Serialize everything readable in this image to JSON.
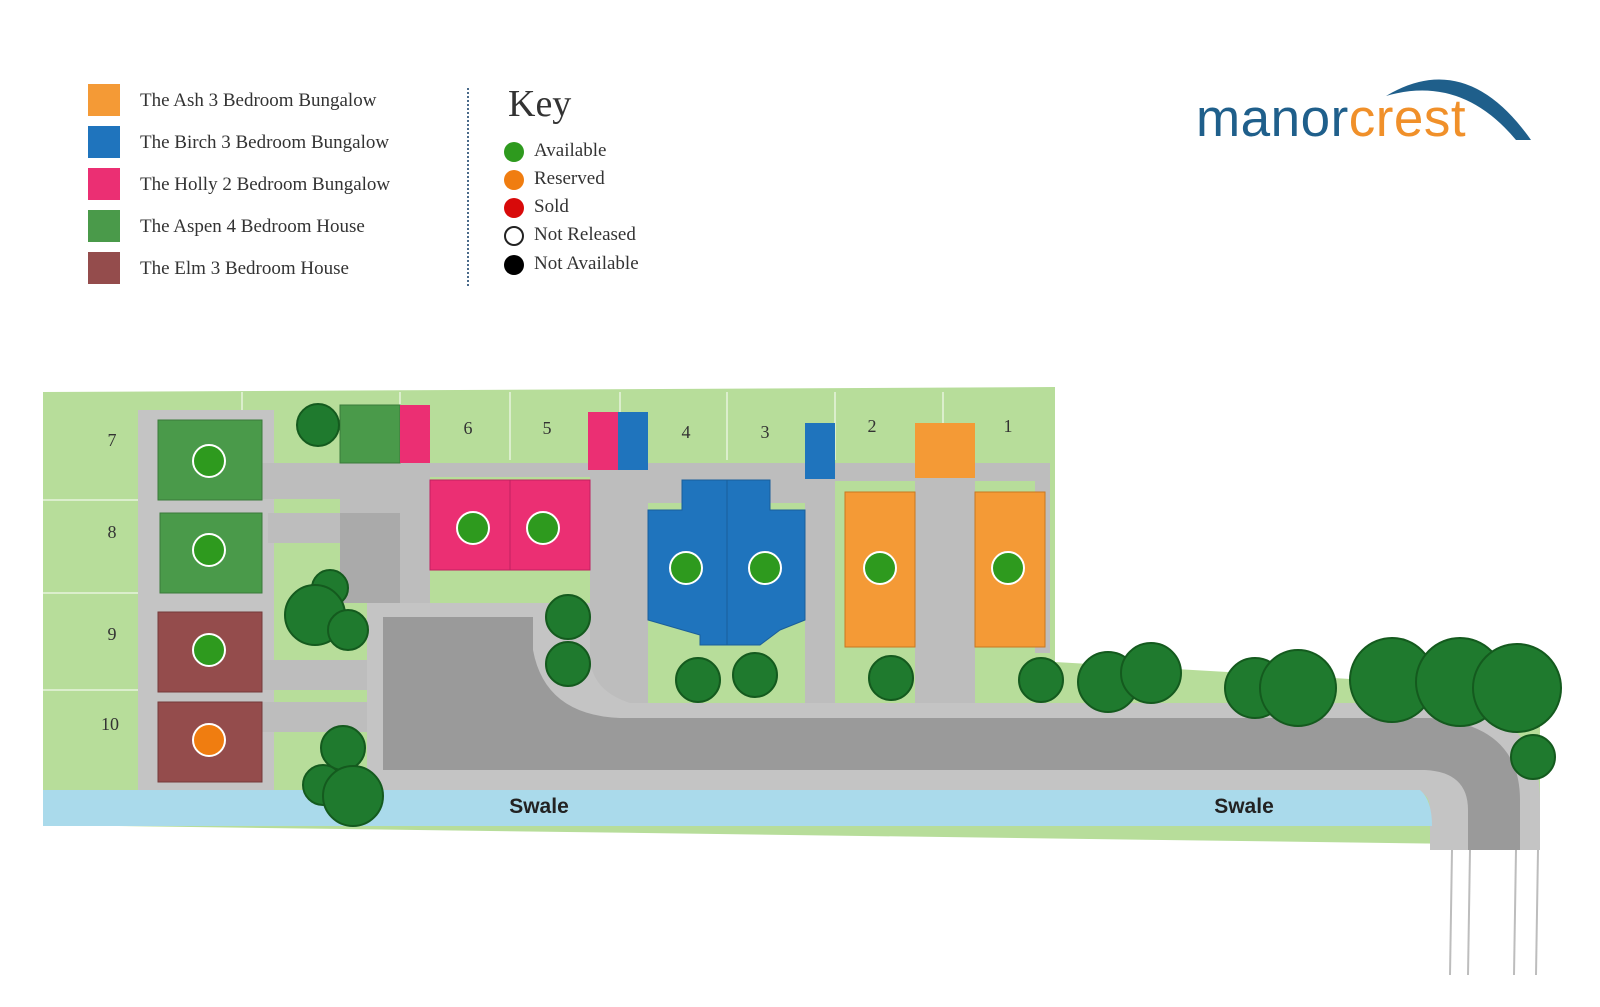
{
  "legend": {
    "items": [
      {
        "label": "The Ash 3 Bedroom Bungalow",
        "color": "#f49a36"
      },
      {
        "label": "The Birch 3 Bedroom Bungalow",
        "color": "#1f74bd"
      },
      {
        "label": "The Holly 2 Bedroom Bungalow",
        "color": "#eb2f73"
      },
      {
        "label": "The Aspen 4 Bedroom House",
        "color": "#4a9a4a"
      },
      {
        "label": "The Elm 3 Bedroom House",
        "color": "#944c4c"
      }
    ]
  },
  "key": {
    "title": "Key",
    "items": [
      {
        "label": "Available",
        "color": "#2e9a1e",
        "icon": "green-dot"
      },
      {
        "label": "Reserved",
        "color": "#f07d10",
        "icon": "orange-dot"
      },
      {
        "label": "Sold",
        "color": "#d80a0a",
        "icon": "red-dot"
      },
      {
        "label": "Not Released",
        "color": "#ffffff",
        "icon": "white-dot"
      },
      {
        "label": "Not Available",
        "color": "#000000",
        "icon": "black-dot"
      }
    ]
  },
  "logo": {
    "part1": "manor",
    "part2": "crest",
    "color1": "#1f5f8b",
    "color2": "#f0902a"
  },
  "map": {
    "swale_labels": [
      "Swale",
      "Swale"
    ],
    "plots": [
      {
        "number": "1",
        "type": "The Ash 3 Bedroom Bungalow",
        "status": "Available"
      },
      {
        "number": "2",
        "type": "The Ash 3 Bedroom Bungalow",
        "status": "Available"
      },
      {
        "number": "3",
        "type": "The Birch 3 Bedroom Bungalow",
        "status": "Available"
      },
      {
        "number": "4",
        "type": "The Birch 3 Bedroom Bungalow",
        "status": "Available"
      },
      {
        "number": "5",
        "type": "The Holly 2 Bedroom Bungalow",
        "status": "Available"
      },
      {
        "number": "6",
        "type": "The Holly 2 Bedroom Bungalow",
        "status": "Available"
      },
      {
        "number": "7",
        "type": "The Aspen 4 Bedroom House",
        "status": "Available"
      },
      {
        "number": "8",
        "type": "The Aspen 4 Bedroom House",
        "status": "Available"
      },
      {
        "number": "9",
        "type": "The Elm 3 Bedroom House",
        "status": "Available"
      },
      {
        "number": "10",
        "type": "The Elm 3 Bedroom House",
        "status": "Reserved"
      }
    ]
  }
}
